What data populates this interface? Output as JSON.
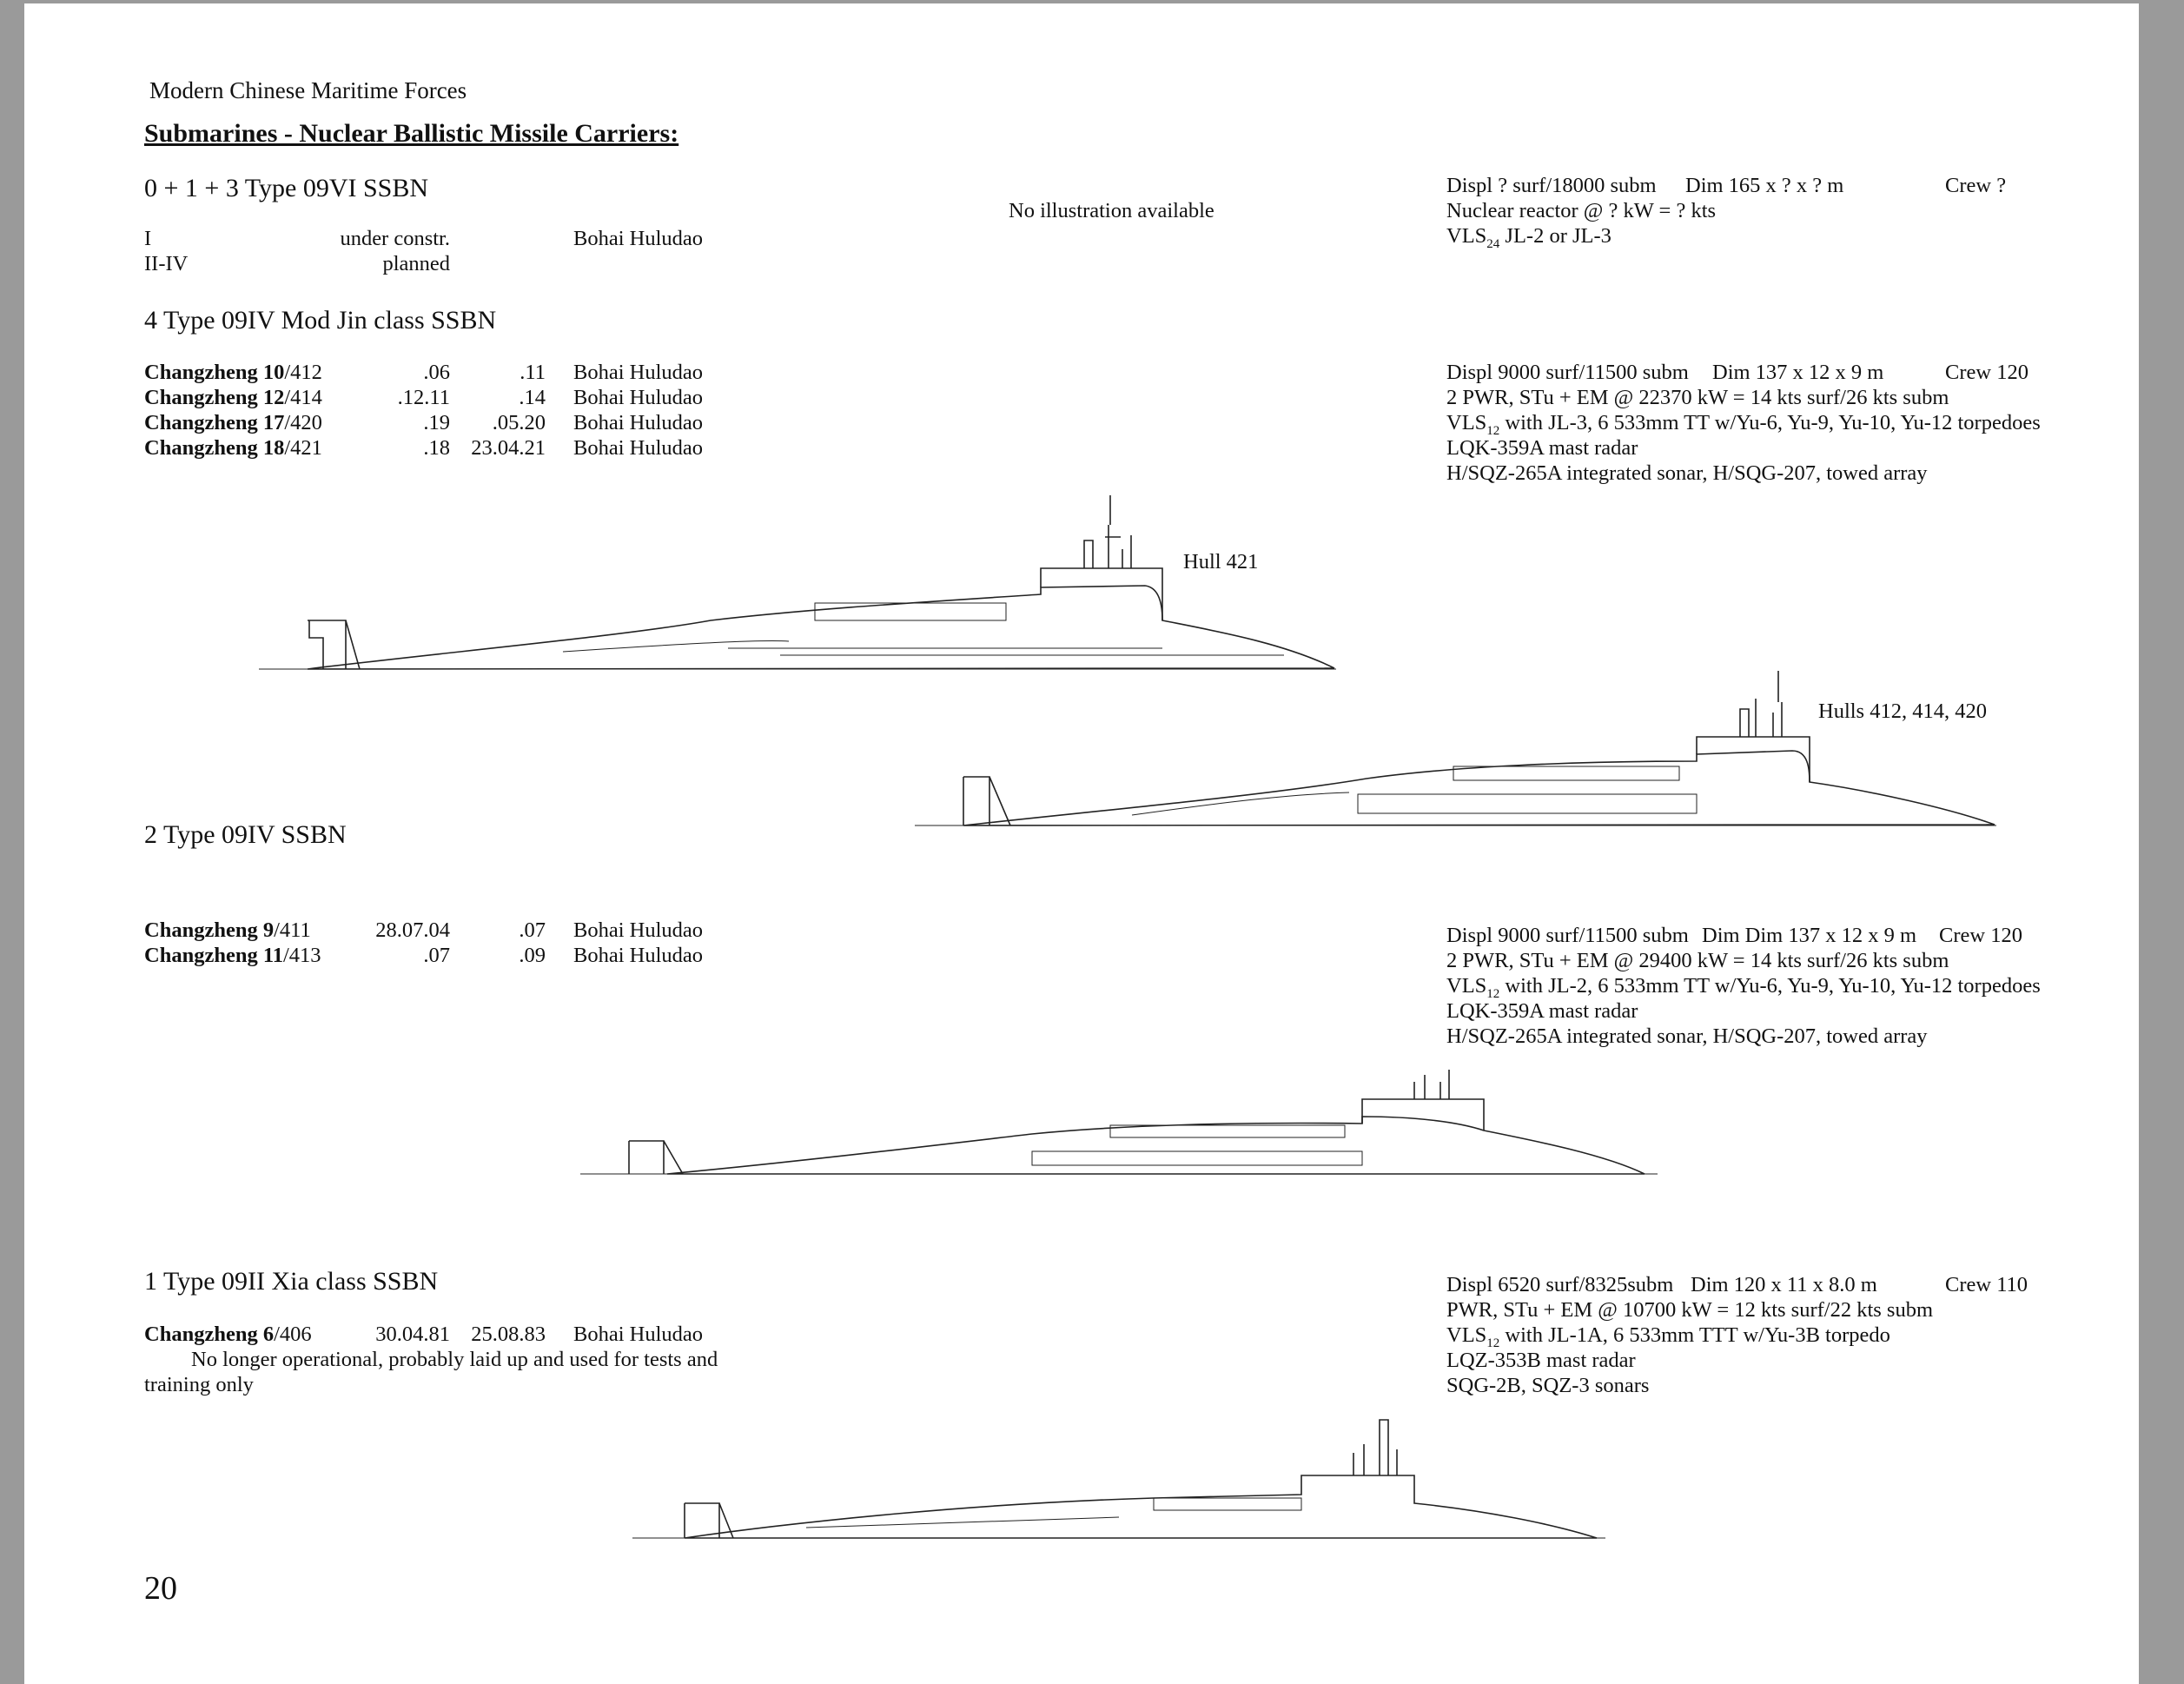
{
  "header": {
    "book_title": "Modern Chinese Maritime Forces",
    "section_title": "Submarines - Nuclear Ballistic Missile Carriers:"
  },
  "type09vi": {
    "title": "0 + 1 + 3 Type 09VI SSBN",
    "no_illustration": "No illustration available",
    "rows": [
      {
        "name": "I",
        "status": "under constr.",
        "yard": "Bohai Huludao"
      },
      {
        "name": "II-IV",
        "status": "planned",
        "yard": ""
      }
    ],
    "specs": {
      "displ": "Displ ? surf/18000 subm",
      "dim": "Dim 165 x ? x ? m",
      "crew": "Crew ?",
      "propulsion": "Nuclear reactor @ ? kW = ? kts",
      "vls_prefix": "VLS",
      "vls_sub": "24",
      "vls_rest": " JL-2 or JL-3"
    }
  },
  "type09iv_mod": {
    "title": "4 Type 09IV Mod Jin class SSBN",
    "rows": [
      {
        "name": "Changzheng 10",
        "hull": "/412",
        "laid": ".06",
        "launched": ".11",
        "yard": "Bohai Huludao"
      },
      {
        "name": "Changzheng 12",
        "hull": "/414",
        "laid": ".12.11",
        "launched": ".14",
        "yard": "Bohai Huludao"
      },
      {
        "name": "Changzheng 17",
        "hull": "/420",
        "laid": ".19",
        "launched": ".05.20",
        "yard": "Bohai Huludao"
      },
      {
        "name": "Changzheng 18",
        "hull": "/421",
        "laid": ".18",
        "launched": "23.04.21",
        "yard": "Bohai Huludao"
      }
    ],
    "specs": {
      "displ": "Displ 9000 surf/11500 subm",
      "dim": "Dim 137 x 12 x 9 m",
      "crew": "Crew 120",
      "propulsion": "2 PWR, STu + EM @ 22370 kW = 14 kts surf/26 kts subm",
      "vls_prefix": "VLS",
      "vls_sub": "12",
      "vls_rest": " with JL-3, 6 533mm TT w/Yu-6, Yu-9, Yu-10, Yu-12 torpedoes",
      "radar": "LQK-359A mast radar",
      "sonar": "H/SQZ-265A integrated sonar, H/SQG-207, towed array"
    },
    "caption_a": "Hull 421",
    "caption_b": "Hulls 412, 414, 420"
  },
  "type09iv": {
    "title": "2 Type 09IV SSBN",
    "rows": [
      {
        "name": "Changzheng 9",
        "hull": "/411",
        "laid": "28.07.04",
        "launched": ".07",
        "yard": "Bohai Huludao"
      },
      {
        "name": "Changzheng 11",
        "hull": "/413",
        "laid": ".07",
        "launched": ".09",
        "yard": "Bohai Huludao"
      }
    ],
    "specs": {
      "displ": "Displ 9000 surf/11500 subm",
      "dim": "Dim Dim 137 x 12 x 9 m",
      "crew": "Crew 120",
      "propulsion": "2 PWR, STu + EM @ 29400 kW = 14 kts surf/26 kts subm",
      "vls_prefix": "VLS",
      "vls_sub": "12",
      "vls_rest": " with JL-2, 6 533mm TT w/Yu-6, Yu-9, Yu-10, Yu-12 torpedoes",
      "radar": "LQK-359A mast radar",
      "sonar": "H/SQZ-265A integrated sonar, H/SQG-207, towed array"
    }
  },
  "type09ii": {
    "title": "1 Type 09II Xia class SSBN",
    "rows": [
      {
        "name": "Changzheng 6",
        "hull": "/406",
        "laid": "30.04.81",
        "launched": "25.08.83",
        "yard": "Bohai Huludao"
      }
    ],
    "note_line1": "No longer operational, probably laid up and used for tests and",
    "note_line2": "training only",
    "specs": {
      "displ": "Displ 6520 surf/8325subm",
      "dim": "Dim 120 x 11 x 8.0 m",
      "crew": "Crew 110",
      "propulsion": "PWR, STu + EM @ 10700 kW = 12 kts surf/22 kts subm",
      "vls_prefix": "VLS",
      "vls_sub": "12",
      "vls_rest": " with JL-1A, 6 533mm TTT w/Yu-3B torpedo",
      "radar": "LQZ-353B mast radar",
      "sonar": "SQG-2B, SQZ-3 sonars"
    }
  },
  "footer": {
    "page_number": "20"
  }
}
